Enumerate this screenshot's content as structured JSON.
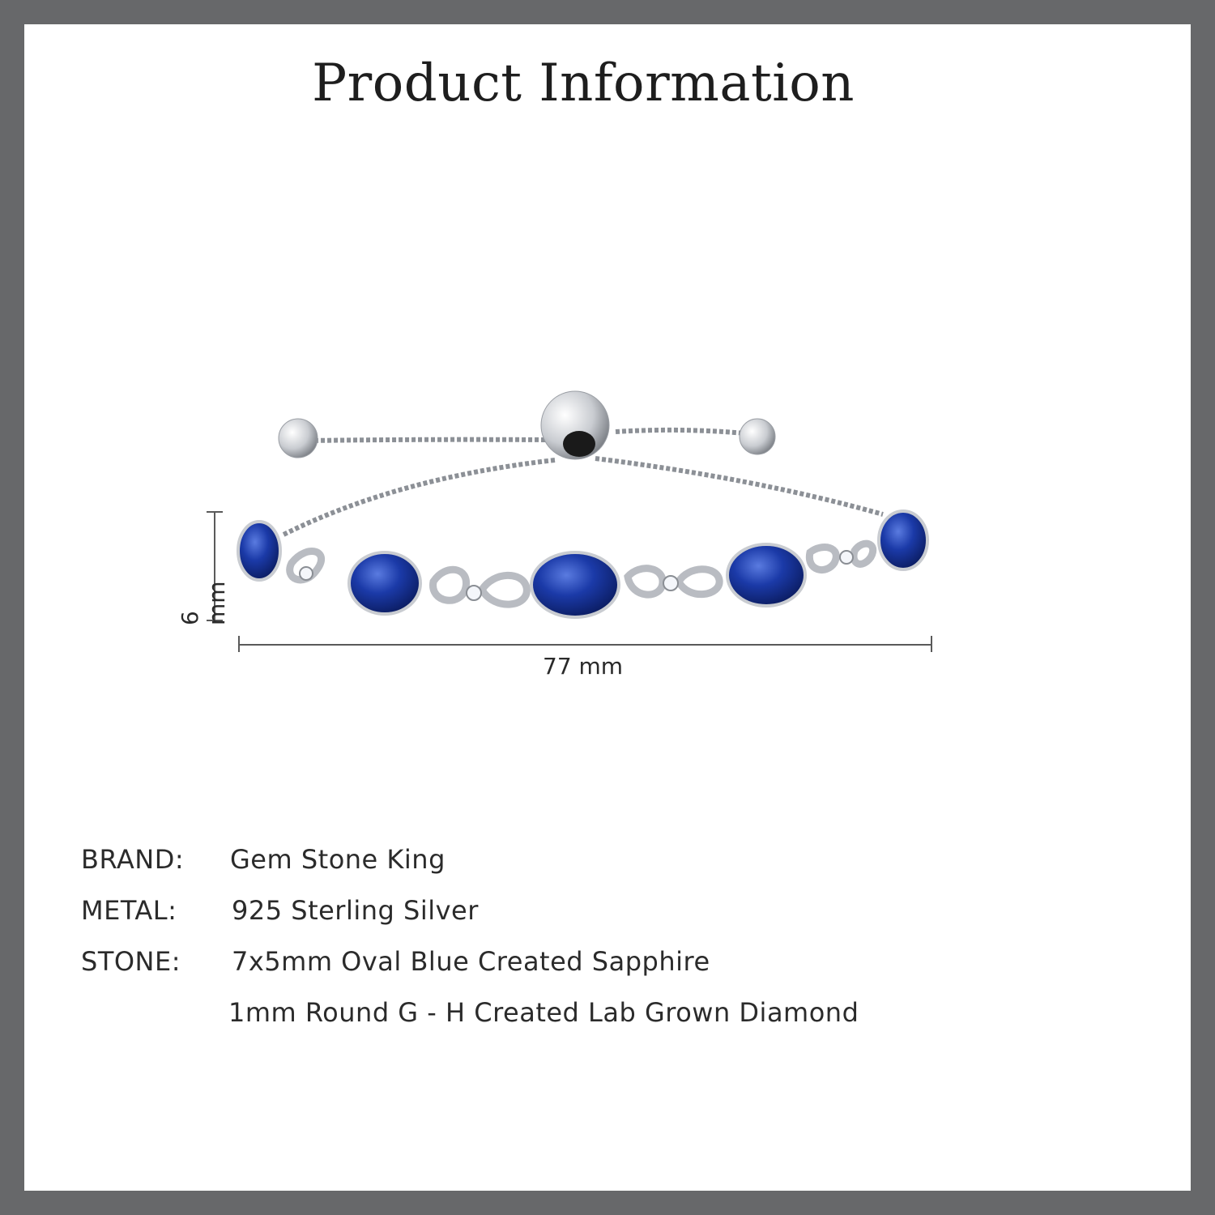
{
  "title": "Product Information",
  "dimensions": {
    "height_label": "6 mm",
    "width_label": "77 mm"
  },
  "specs": {
    "brand_key": "BRAND:",
    "brand_value": "Gem Stone King",
    "metal_key": "METAL:",
    "metal_value": "925 Sterling Silver",
    "stone_key": "STONE:",
    "stone_value_1": "7x5mm Oval Blue Created Sapphire",
    "stone_value_2": "1mm Round G - H Created Lab Grown Diamond"
  },
  "colors": {
    "frame": "#67686a",
    "sapphire": "#1b3aa8",
    "silver": "#c9ccd1"
  }
}
